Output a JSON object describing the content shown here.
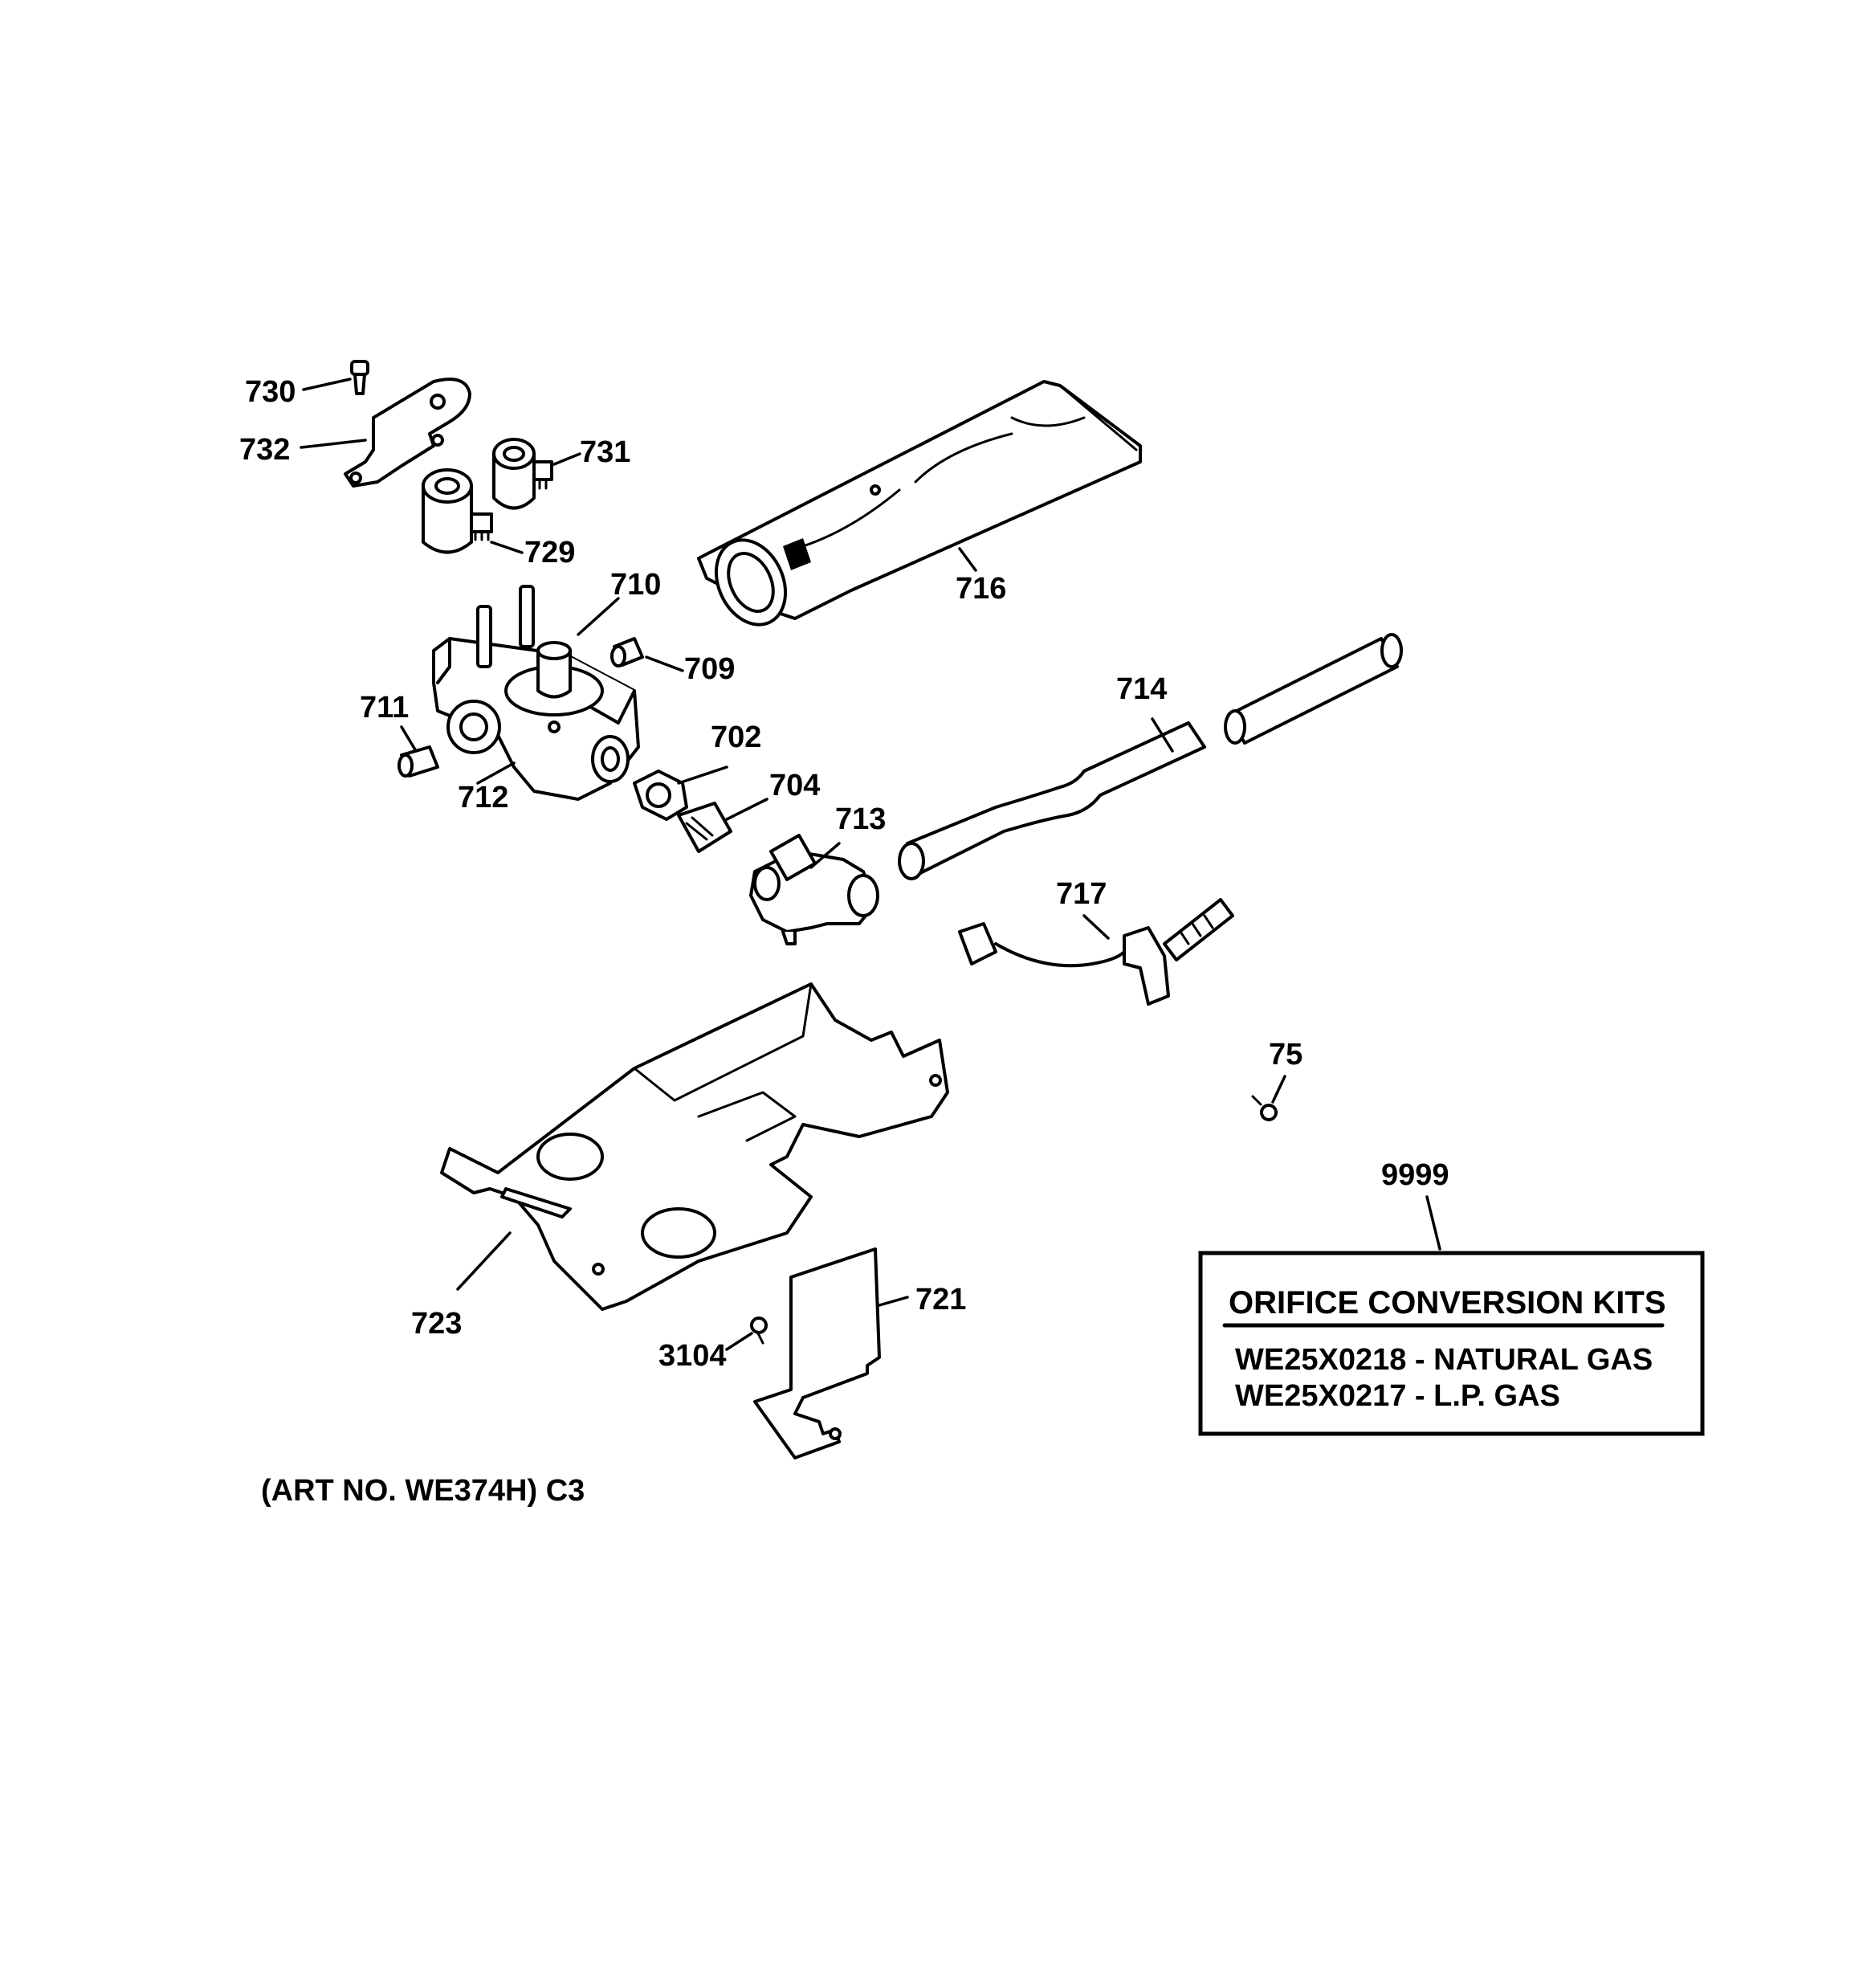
{
  "callouts": {
    "p730": "730",
    "p732": "732",
    "p731": "731",
    "p729": "729",
    "p710": "710",
    "p709": "709",
    "p711": "711",
    "p712": "712",
    "p702": "702",
    "p704": "704",
    "p713": "713",
    "p716": "716",
    "p714": "714",
    "p717": "717",
    "p75": "75",
    "p9999": "9999",
    "p723": "723",
    "p721": "721",
    "p3104": "3104"
  },
  "kit_box": {
    "title": "ORIFICE CONVERSION KITS",
    "line1": "WE25X0218 - NATURAL GAS",
    "line2": "WE25X0217 - L.P. GAS"
  },
  "art_number": "(ART NO. WE374H) C3"
}
